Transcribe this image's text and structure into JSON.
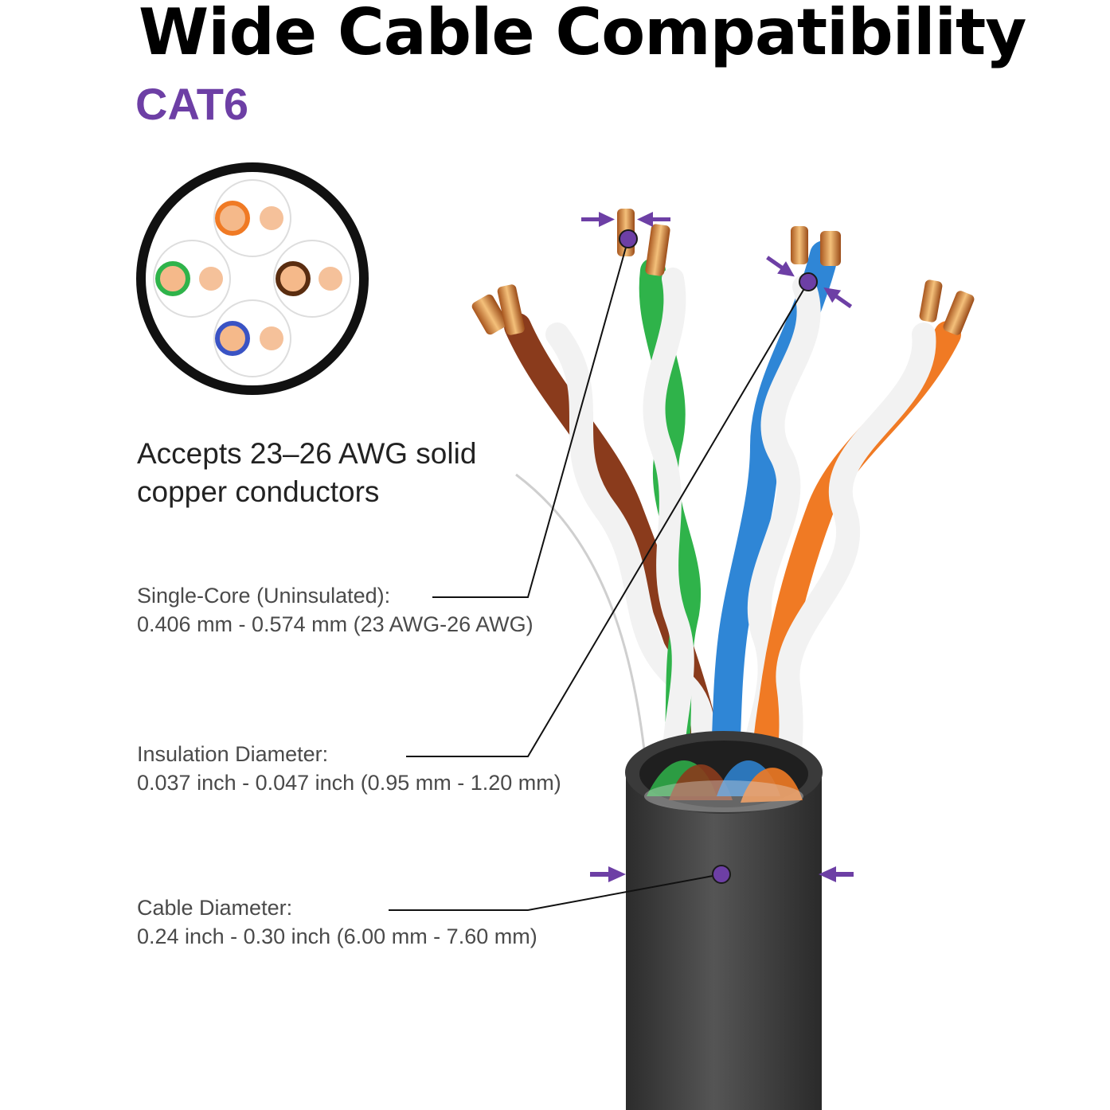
{
  "header": {
    "title": "Wide Cable Compatibility",
    "subtitle": "CAT6"
  },
  "accepts": {
    "text": "Accepts 23–26 AWG solid copper conductors"
  },
  "specs": [
    {
      "label": "Single-Core (Uninsulated):",
      "value": "0.406 mm - 0.574 mm (23 AWG-26 AWG)"
    },
    {
      "label": "Insulation Diameter:",
      "value": "0.037 inch - 0.047 inch (0.95 mm - 1.20 mm)"
    },
    {
      "label": "Cable Diameter:",
      "value": "0.24 inch - 0.30 inch (6.00 mm - 7.60 mm)"
    }
  ],
  "colors": {
    "accent_purple": "#6d3fa5",
    "orange": "#f07a24",
    "green": "#2fb34a",
    "brown": "#8a3b1c",
    "blue": "#2f86d6",
    "jacket": "#3c3c3c"
  }
}
